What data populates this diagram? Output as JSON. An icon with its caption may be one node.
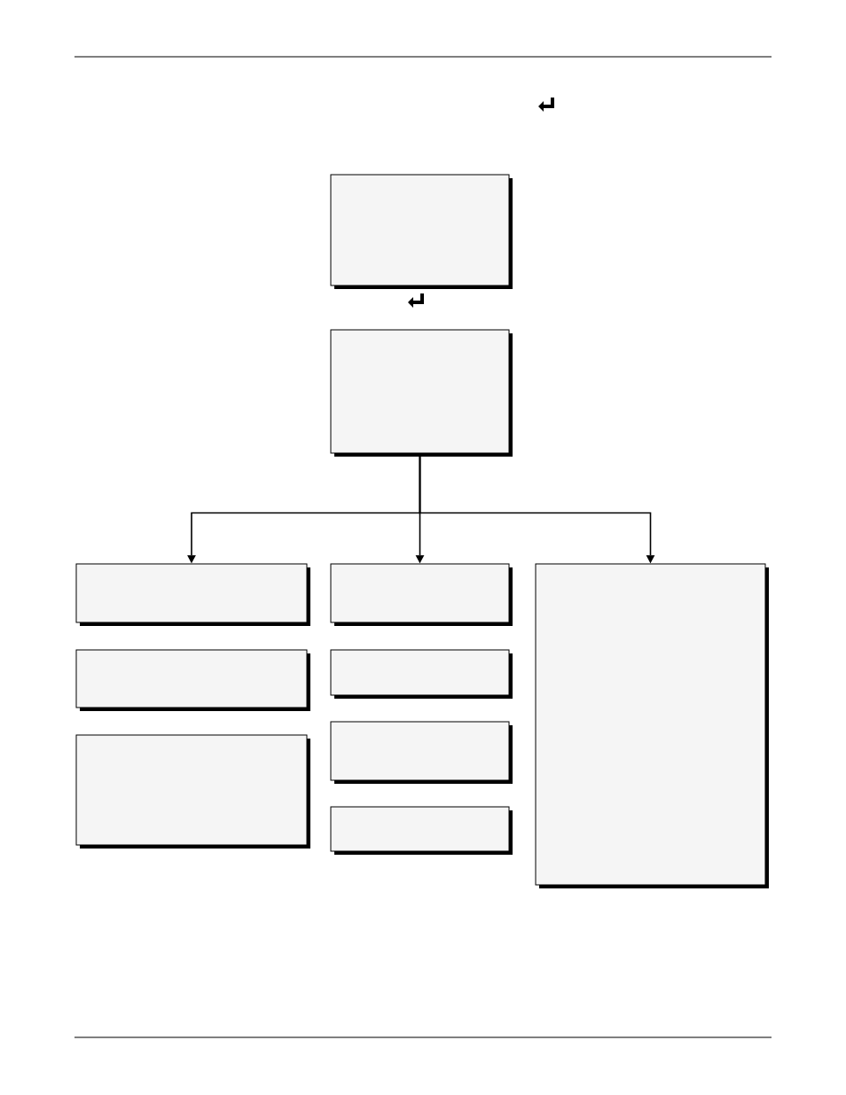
{
  "diagram": {
    "nodes": [
      {
        "text": [],
        "shape": "box"
      },
      {
        "text": [],
        "shape": "box"
      },
      {
        "text": [],
        "shape": "box"
      },
      {
        "text": [],
        "shape": "box"
      },
      {
        "text": [],
        "shape": "box"
      },
      {
        "text": [],
        "shape": "box"
      },
      {
        "text": [],
        "shape": "box"
      },
      {
        "text": [],
        "shape": "box"
      },
      {
        "text": [],
        "shape": "box"
      },
      {
        "text": [],
        "shape": "box"
      }
    ],
    "edges": [
      {
        "from": 1,
        "to": 2,
        "arrow": "to"
      },
      {
        "from": 1,
        "to": 3,
        "arrow": "to"
      },
      {
        "from": 1,
        "to": 4,
        "arrow": "to"
      }
    ]
  }
}
